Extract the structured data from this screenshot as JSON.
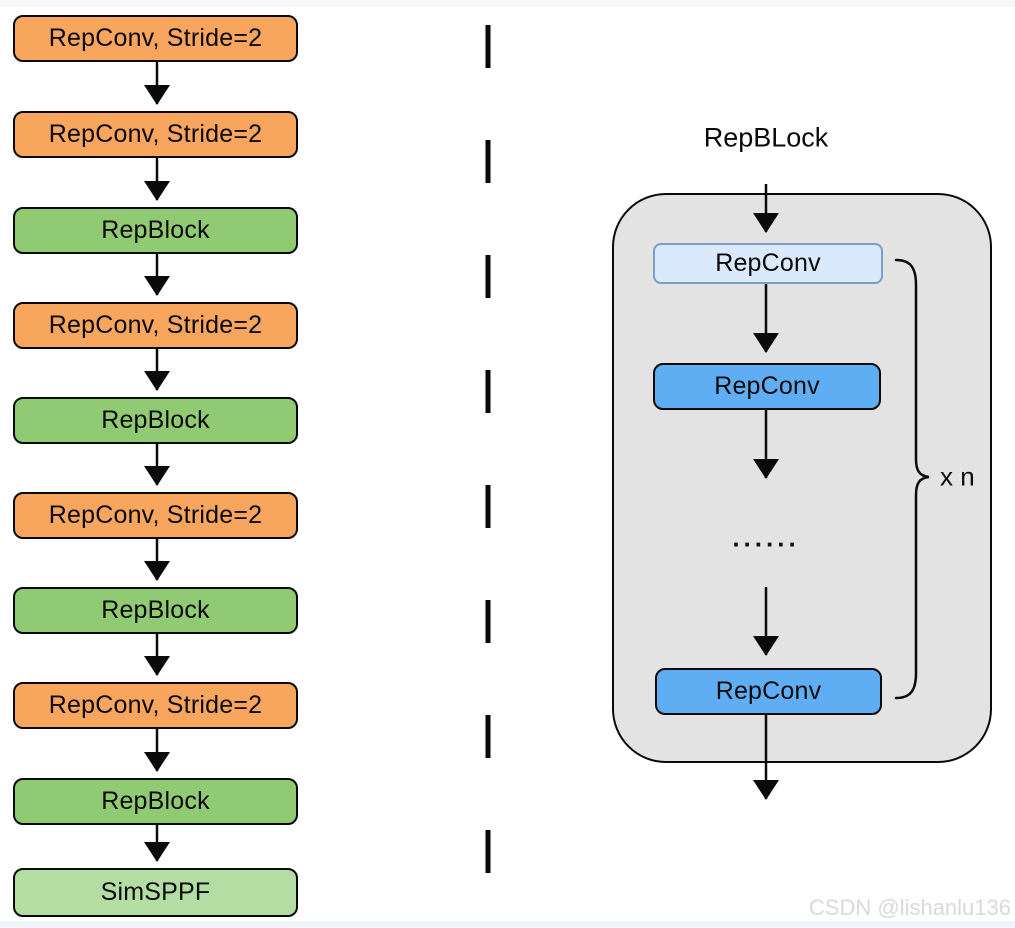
{
  "page": {
    "watermark": "CSDN @lishanlu136"
  },
  "backbone": {
    "blocks": [
      {
        "label": "RepConv, Stride=2",
        "kind": "repconv"
      },
      {
        "label": "RepConv, Stride=2",
        "kind": "repconv"
      },
      {
        "label": "RepBlock",
        "kind": "repblock"
      },
      {
        "label": "RepConv, Stride=2",
        "kind": "repconv"
      },
      {
        "label": "RepBlock",
        "kind": "repblock"
      },
      {
        "label": "RepConv, Stride=2",
        "kind": "repconv"
      },
      {
        "label": "RepBlock",
        "kind": "repblock"
      },
      {
        "label": "RepConv, Stride=2",
        "kind": "repconv"
      },
      {
        "label": "RepBlock",
        "kind": "repblock"
      },
      {
        "label": "SimSPPF",
        "kind": "simsppf"
      }
    ]
  },
  "detail": {
    "title": "RepBLock",
    "first_block": "RepConv",
    "middle_block": "RepConv",
    "ellipsis": "......",
    "last_block": "RepConv",
    "repeat_label": "x n"
  },
  "colors": {
    "repconv_fill": "#F8A55E",
    "repblock_fill": "#90CB73",
    "simsppf_fill": "#B3DDA2",
    "detail_first_fill": "#DBE9FC",
    "detail_first_stroke": "#7D9CC8",
    "detail_solid_fill": "#5FAEF4",
    "container_fill": "#E3E3E3",
    "line_color": "#0a0a0a",
    "watermark_color": "#d9d9d9"
  }
}
